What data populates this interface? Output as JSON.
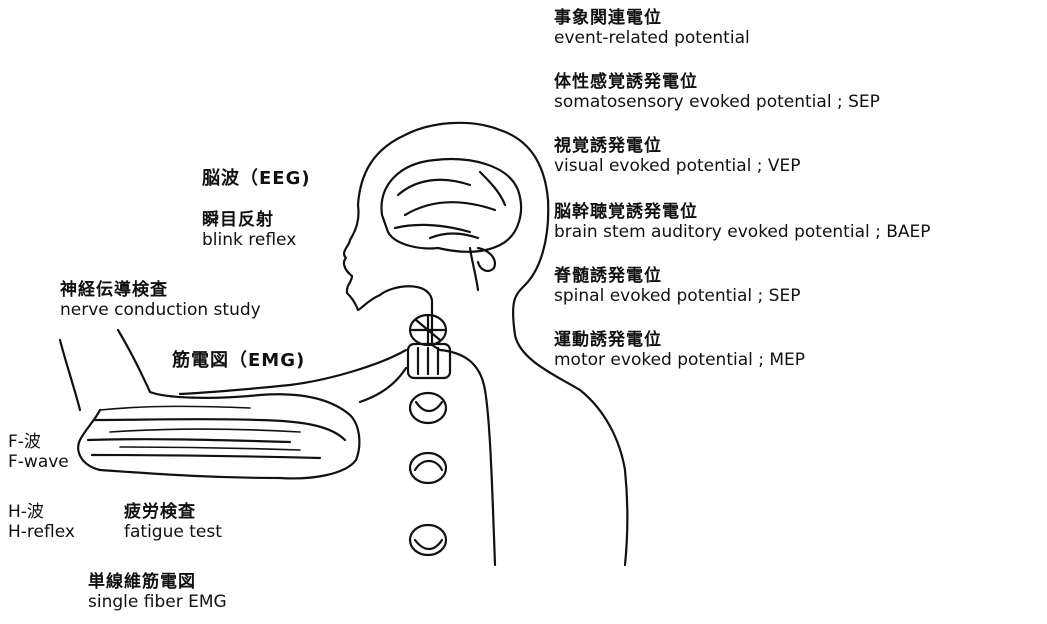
{
  "labels": {
    "erp": {
      "jp": "事象関連電位",
      "en": "event-related potential"
    },
    "sep": {
      "jp": "体性感覚誘発電位",
      "en": "somatosensory evoked potential ; SEP"
    },
    "vep": {
      "jp": "視覚誘発電位",
      "en": "visual evoked potential ; VEP"
    },
    "baep": {
      "jp": "脳幹聴覚誘発電位",
      "en": "brain stem auditory evoked potential ; BAEP"
    },
    "spinal": {
      "jp": "脊髄誘発電位",
      "en": "spinal evoked potential ; SEP"
    },
    "mep": {
      "jp": "運動誘発電位",
      "en": "motor evoked potential ; MEP"
    },
    "eeg": {
      "text": "脳波（EEG)"
    },
    "blink": {
      "jp": "瞬目反射",
      "en": "blink reflex"
    },
    "ncs": {
      "jp": "神経伝導検査",
      "en": "nerve conduction study"
    },
    "emg": {
      "text": "筋電図（EMG)"
    },
    "fwave": {
      "jp": "F-波",
      "en": "F-wave"
    },
    "hwave": {
      "jp": "H-波",
      "en": "H-reflex"
    },
    "fatigue": {
      "jp": "疲労検査",
      "en": "fatigue test"
    },
    "sfemg": {
      "jp": "単線維筋電図",
      "en": "single fiber EMG"
    }
  },
  "line_color": "#111111"
}
